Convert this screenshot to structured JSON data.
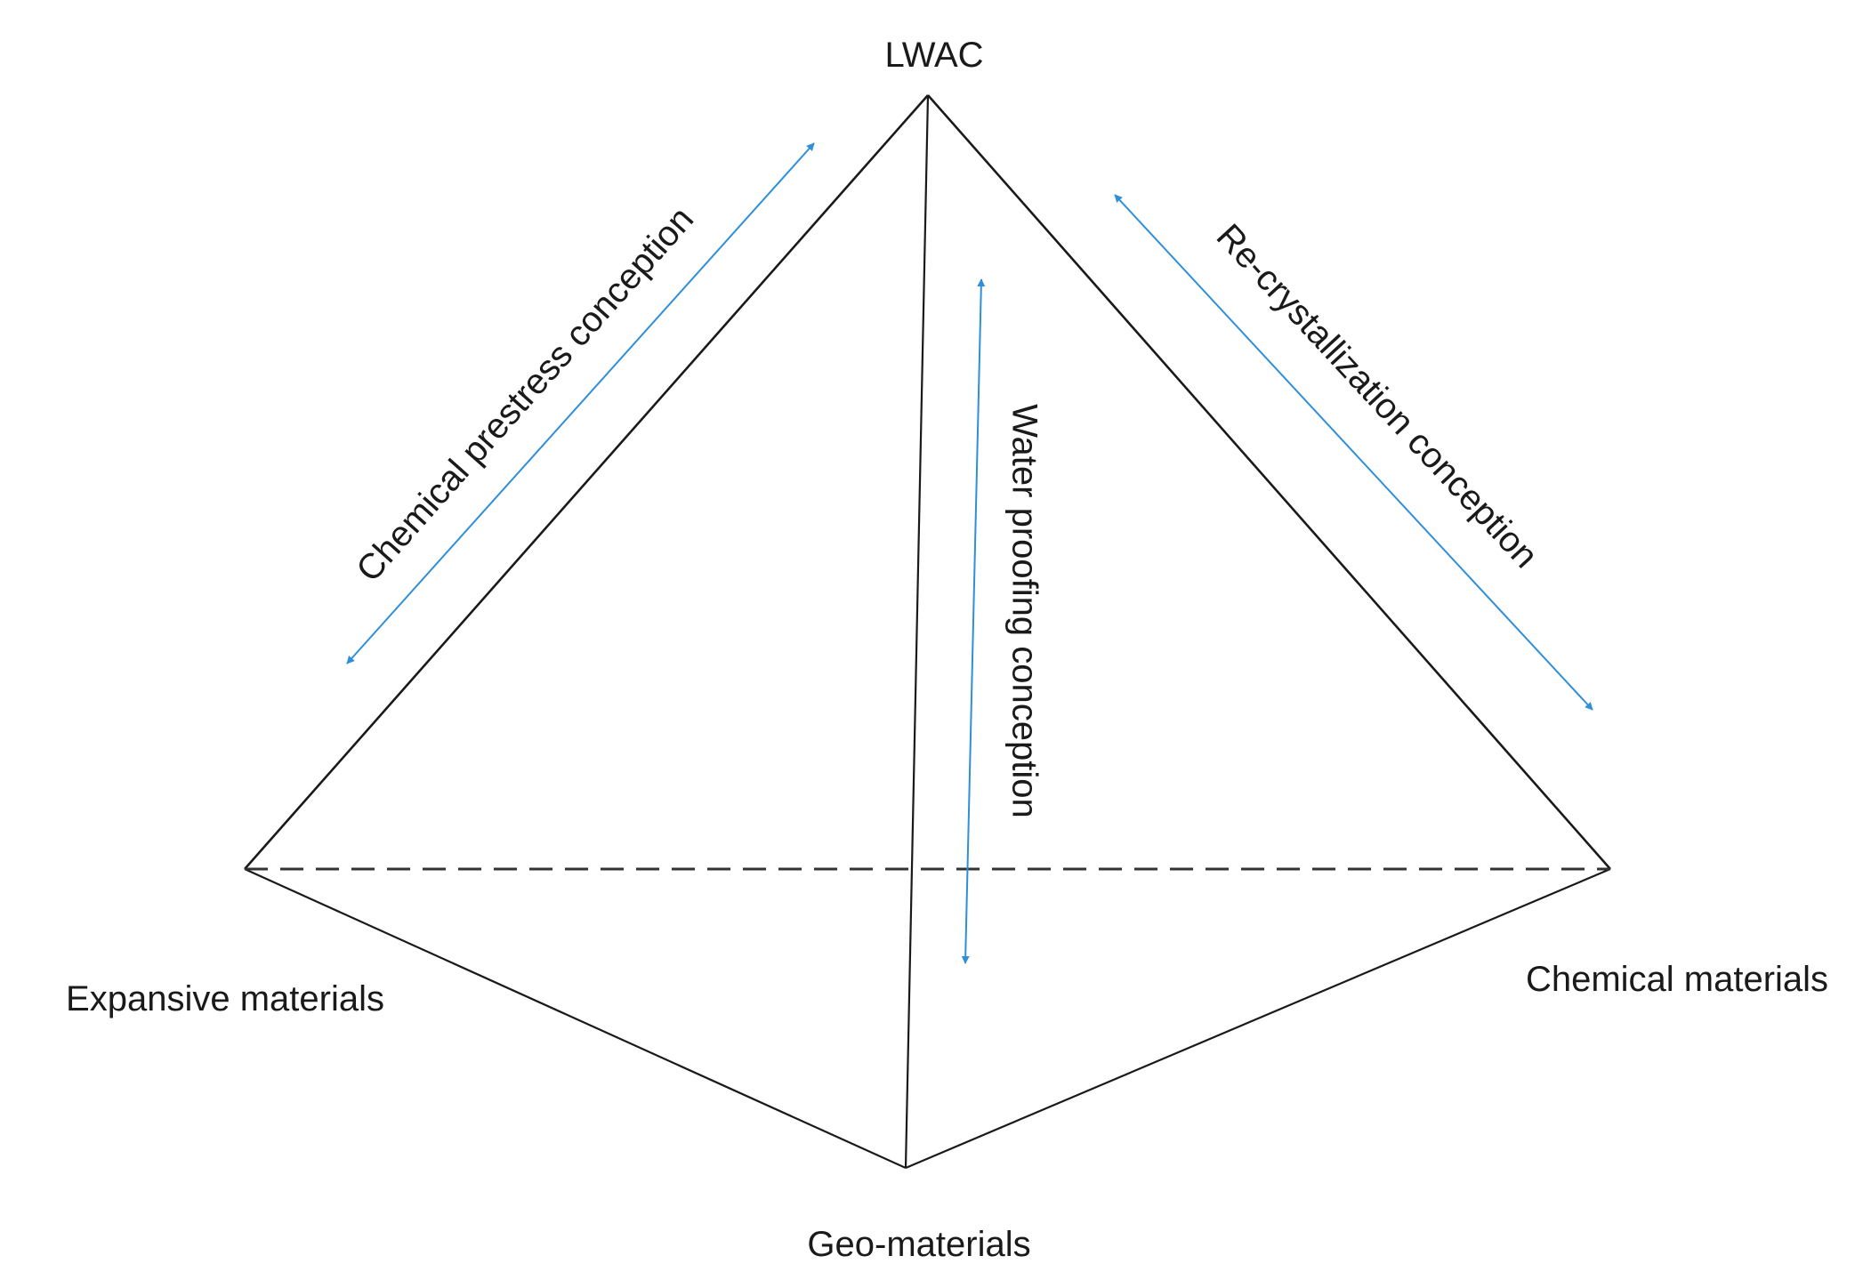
{
  "colors": {
    "edge": "#1a1a1a",
    "hidden_edge": "#333333",
    "arrow": "#2f8fd8",
    "text": "#1a1a1a",
    "background": "#ffffff"
  },
  "vertices": {
    "top": "LWAC",
    "left": "Expansive materials",
    "right": "Chemical materials",
    "bottom": "Geo-materials"
  },
  "concepts": {
    "left_edge": "Chemical prestress conception",
    "center": "Water proofing conception",
    "right_edge": "Re-crystallization conception"
  }
}
